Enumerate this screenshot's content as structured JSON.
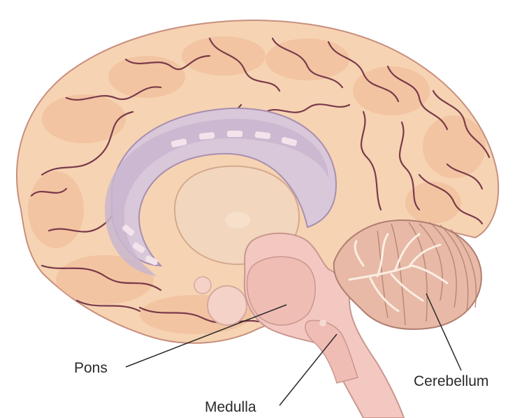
{
  "labels": {
    "pons": "Pons",
    "medulla": "Medulla",
    "cerebellum": "Cerebellum"
  },
  "colors": {
    "cortex_fill": "#f6d3b3",
    "cortex_dark": "#efb893",
    "sulcus_line": "#7a3a4a",
    "ventricle": "#c9b6cf",
    "corpus_callosum": "#d9c7da",
    "brainstem": "#f3c8c0",
    "thalamus": "#f2d6bd",
    "cerebellum": "#e7b9a6",
    "cerebellum_arbor": "#fbeee2",
    "leader_line": "#2a2a2a"
  }
}
